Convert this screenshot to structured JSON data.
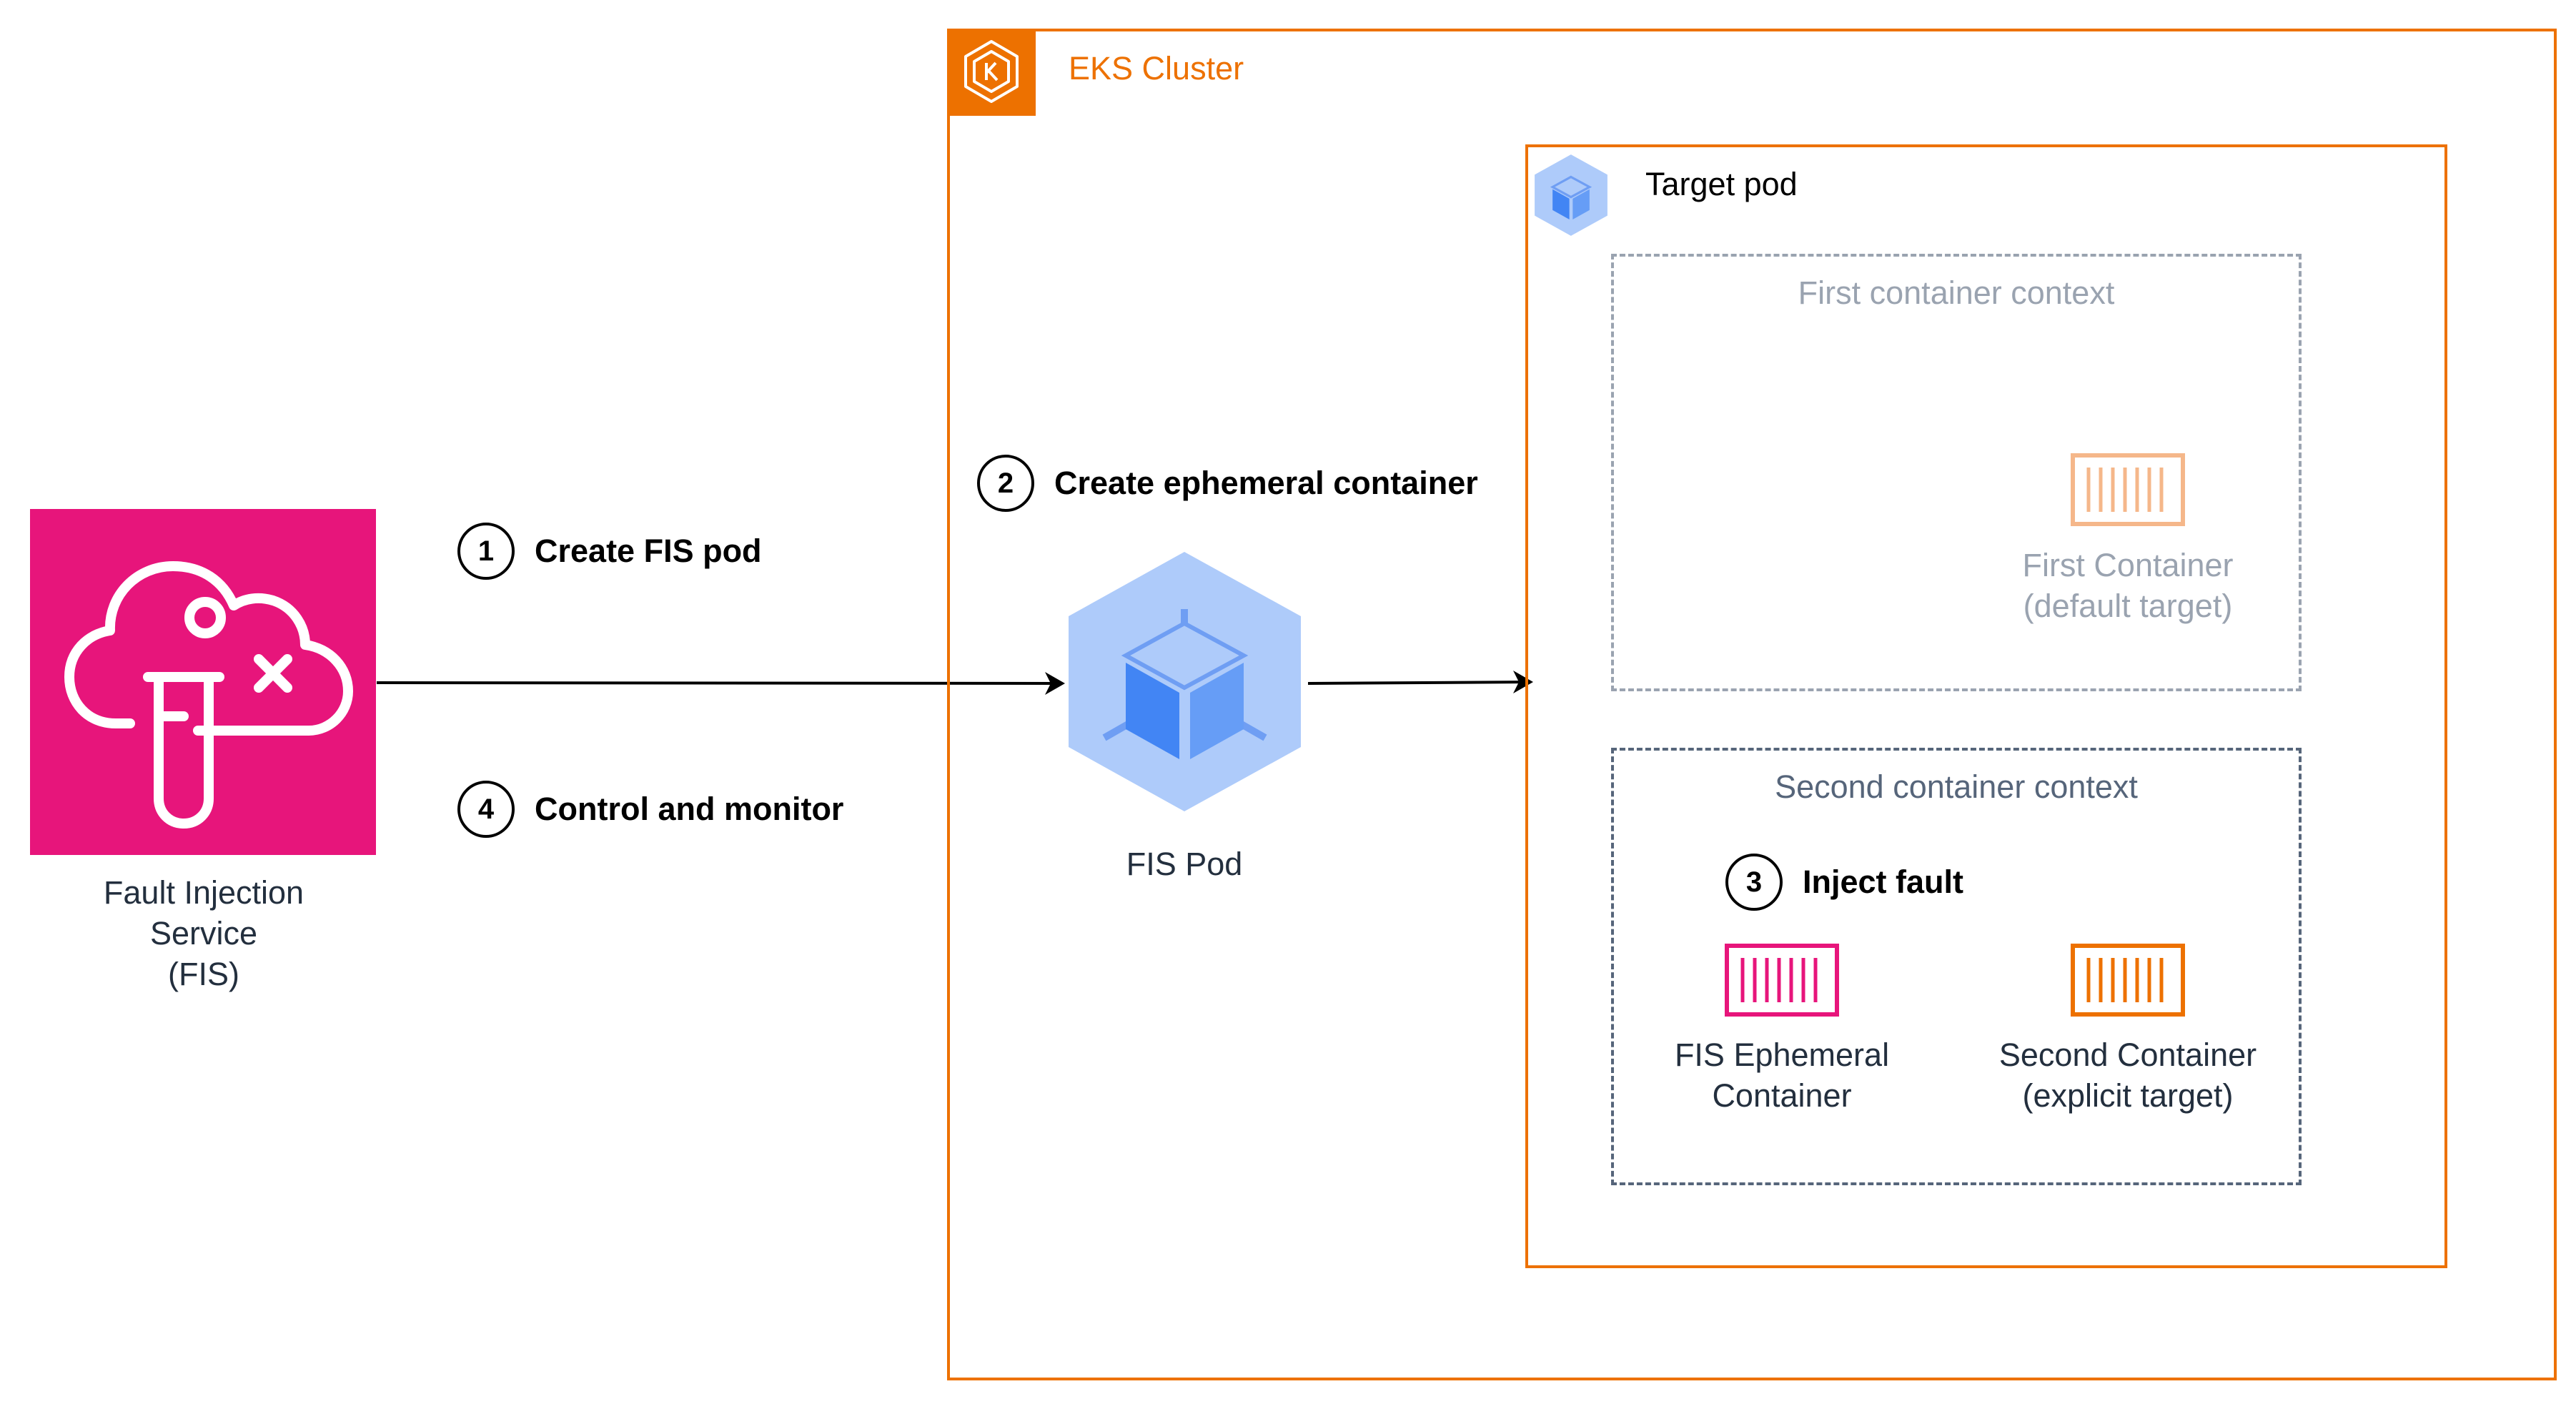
{
  "fis_service": {
    "label_lines": [
      "Fault Injection",
      "Service",
      "(FIS)"
    ],
    "icon": "fis-cloud-testtube-icon",
    "color": "#E7157B"
  },
  "steps": [
    {
      "number": "1",
      "label": "Create FIS pod"
    },
    {
      "number": "2",
      "label": "Create ephemeral container"
    },
    {
      "number": "3",
      "label": "Inject fault"
    },
    {
      "number": "4",
      "label": "Control and monitor"
    }
  ],
  "eks_cluster": {
    "label": "EKS Cluster",
    "icon": "kubernetes-icon",
    "color": "#ED7100"
  },
  "fis_pod": {
    "label": "FIS Pod",
    "icon": "pod-cube-icon"
  },
  "target_pod": {
    "label": "Target pod",
    "icon": "pod-cube-icon",
    "first_context": {
      "title": "First container context",
      "container_lines": [
        "First Container",
        "(default target)"
      ]
    },
    "second_context": {
      "title": "Second container context",
      "fis_container_lines": [
        "FIS Ephemeral",
        "Container"
      ],
      "second_container_lines": [
        "Second Container",
        "(explicit target)"
      ]
    }
  }
}
